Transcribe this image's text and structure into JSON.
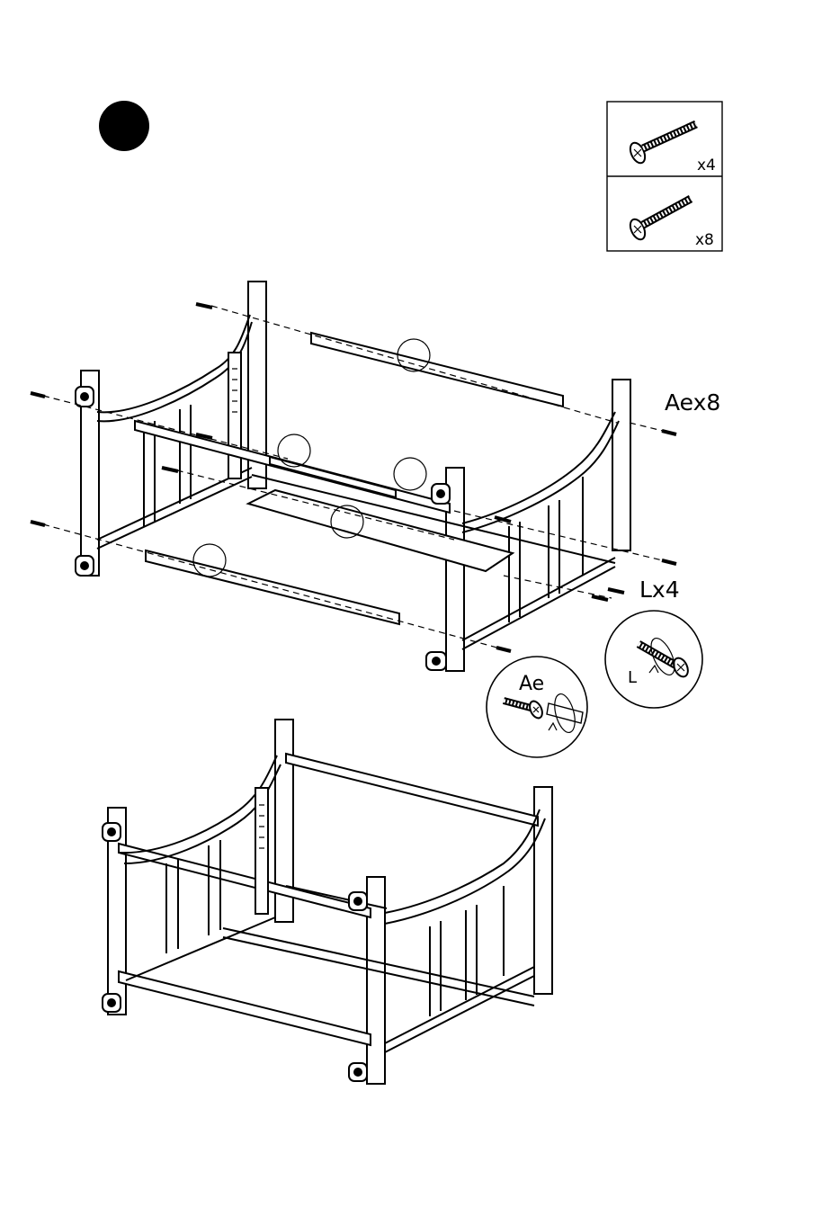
{
  "step": {
    "number": ""
  },
  "hardware_box": {
    "items": [
      {
        "qty": "x4",
        "icon": "short-screw-icon"
      },
      {
        "qty": "x8",
        "icon": "long-screw-icon"
      }
    ]
  },
  "labels": {
    "aex8": "Aex8",
    "lx4": "Lx4",
    "ae": "Ae",
    "l": "L"
  }
}
